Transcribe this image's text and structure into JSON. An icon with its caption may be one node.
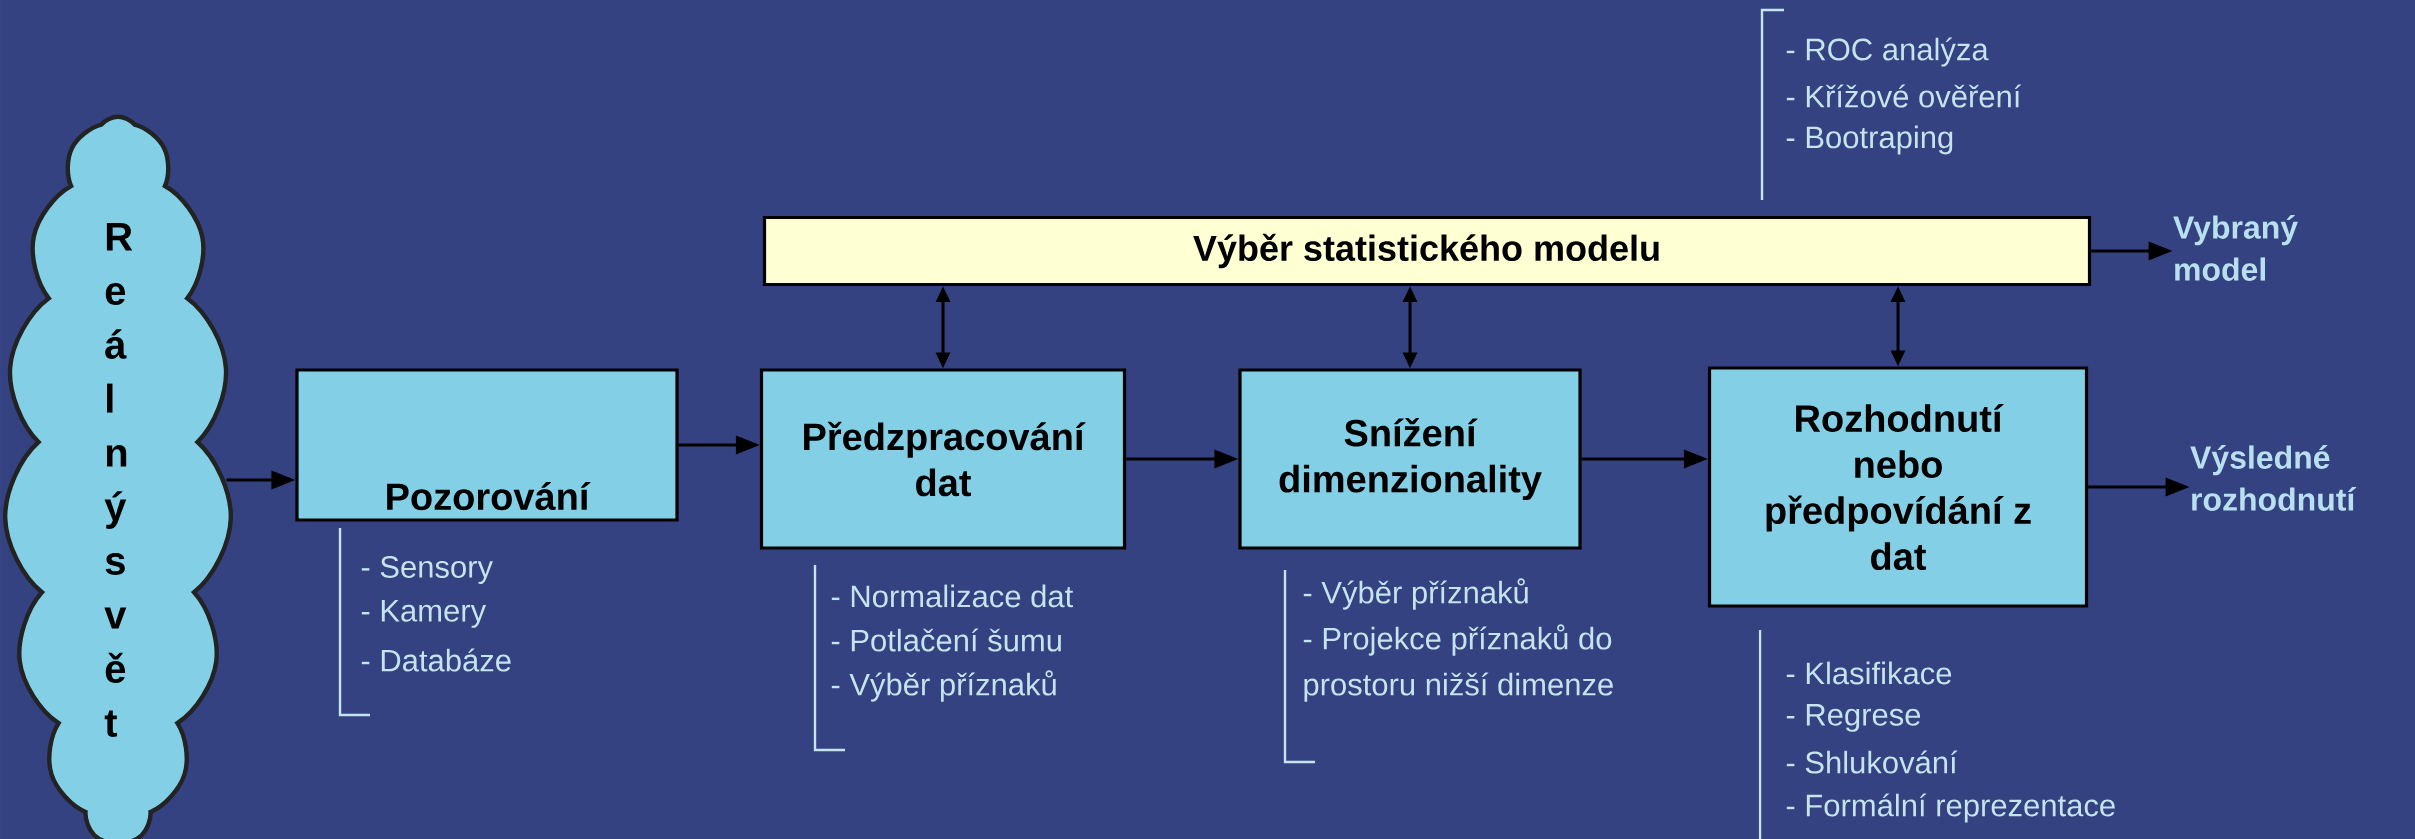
{
  "diagram": {
    "nodes": [
      {
        "text": [
          "Reálný svět"
        ]
      },
      {
        "text": [
          "Výběr statistického modelu"
        ],
        "beside": [
          "- ROC analýza",
          "- Křížové ověření",
          "- Bootraping"
        ]
      },
      {
        "text": [
          "Vybraný model"
        ]
      },
      {
        "text": [
          "Pozorování"
        ],
        "beside": [
          "- Sensory",
          "- Kamery",
          "- Databáze"
        ]
      },
      {
        "text": [
          "Předzpracování dat"
        ],
        "beside": [
          "- Normalizace dat",
          "- Potlačení šumu",
          "- Výběr příznaků"
        ]
      },
      {
        "text": [
          "Snížení dimenzionality"
        ],
        "beside": [
          "- Výběr příznaků",
          "- Projekce příznaků do prostoru nižší dimenze"
        ]
      },
      {
        "text": [
          "Rozhodnutí nebo předpovídání z dat"
        ],
        "beside": [
          "- Klasifikace",
          "- Regrese",
          "- Shlukování",
          "- Formální reprezentace"
        ]
      },
      {
        "text": [
          "Výsledné rozhodnutí"
        ]
      }
    ],
    "edges": [
      {
        "from": 0,
        "to": 3,
        "arrow": "to"
      },
      {
        "from": 3,
        "to": 4,
        "arrow": "to"
      },
      {
        "from": 4,
        "to": 5,
        "arrow": "to"
      },
      {
        "from": 5,
        "to": 6,
        "arrow": "to"
      },
      {
        "from": 6,
        "to": 7,
        "arrow": "to"
      },
      {
        "from": 1,
        "to": 2,
        "arrow": "to"
      },
      {
        "from": 1,
        "to": 4,
        "arrow": "both"
      },
      {
        "from": 1,
        "to": 5,
        "arrow": "both"
      },
      {
        "from": 1,
        "to": 6,
        "arrow": "both"
      }
    ]
  }
}
